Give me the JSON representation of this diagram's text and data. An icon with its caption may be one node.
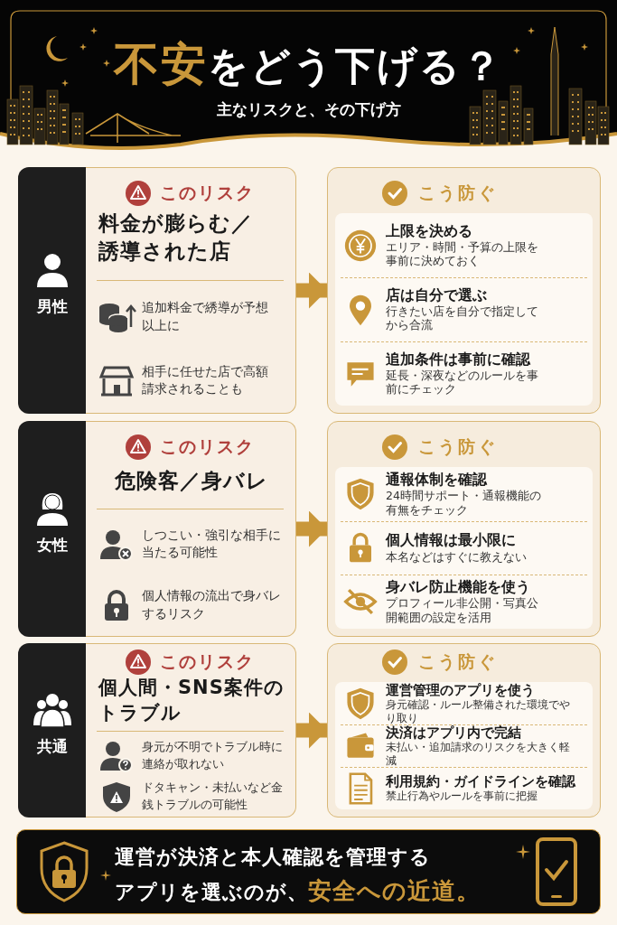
{
  "diagram": {
    "title": "不安をどう下げる？",
    "nodes": [
      {
        "text": [
          "男性"
        ]
      },
      {
        "text": [
          "このリスク",
          "料金が膨らむ／誘導された店"
        ]
      },
      {
        "text": [
          "追加料金で綉導が予想以上に"
        ],
        "in": 1
      },
      {
        "text": [
          "相手に任せた店で高額請求されることも"
        ],
        "in": 1
      },
      {
        "text": [
          "こう防ぐ"
        ]
      },
      {
        "text": [
          "上限を決める",
          "エリア・時間・予算の上限を事前に決めておく"
        ],
        "in": 4
      },
      {
        "text": [
          "店は自分で選ぶ",
          "行きたい店を自分で指定してから合流"
        ],
        "in": 4
      },
      {
        "text": [
          "追加条件は事前に確認",
          "延長・深夜などのルールを事前にチェック"
        ],
        "in": 4
      },
      {
        "text": [
          "女性"
        ]
      },
      {
        "text": [
          "このリスク",
          "危険客／身バレ"
        ]
      },
      {
        "text": [
          "しつこい・強引な相手に当たる可能性"
        ],
        "in": 9
      },
      {
        "text": [
          "個人情報の流出で身バレするリスク"
        ],
        "in": 9
      },
      {
        "text": [
          "こう防ぐ"
        ]
      },
      {
        "text": [
          "通報体制を確認",
          "24時間サポート・通報機能の有無をチェック"
        ],
        "in": 12
      },
      {
        "text": [
          "個人情報は最小限に",
          "本名などはすぐに教えない"
        ],
        "in": 12
      },
      {
        "text": [
          "身バレ防止機能を使う",
          "プロフィール非公開・写真公開範囲の設定を活用"
        ],
        "in": 12
      },
      {
        "text": [
          "共通"
        ]
      },
      {
        "text": [
          "このリスク",
          "個人間・SNS案件のトラブル"
        ]
      },
      {
        "text": [
          "身元が不明でトラブル時に連絡が取れない"
        ],
        "in": 17
      },
      {
        "text": [
          "ドタキャン・未払いなど金銭トラブルの可能性"
        ],
        "in": 17
      },
      {
        "text": [
          "こう防ぐ"
        ]
      },
      {
        "text": [
          "運営管理のアプリを使う",
          "身元確認・ルール整備された環境でやり取り"
        ],
        "in": 20
      },
      {
        "text": [
          "決済はアプリ内で完結",
          "未払い・追加請求のリスクを大きく軽減"
        ],
        "in": 20
      },
      {
        "text": [
          "利用規約・ガイドラインを確認",
          "禁止行為やルールを事前に把握"
        ],
        "in": 20
      },
      {
        "text": [
          "運営が決済と本人確認を管理するアプリを選ぶのが、**安全への近道。**"
        ]
      }
    ],
    "edges": [
      {
        "from": 1,
        "to": 4,
        "arrow": "to"
      },
      {
        "from": 9,
        "to": 12,
        "arrow": "to"
      },
      {
        "from": 17,
        "to": 20,
        "arrow": "to"
      }
    ],
    "labels": [
      "主なリスクと、その下げ方"
    ]
  }
}
